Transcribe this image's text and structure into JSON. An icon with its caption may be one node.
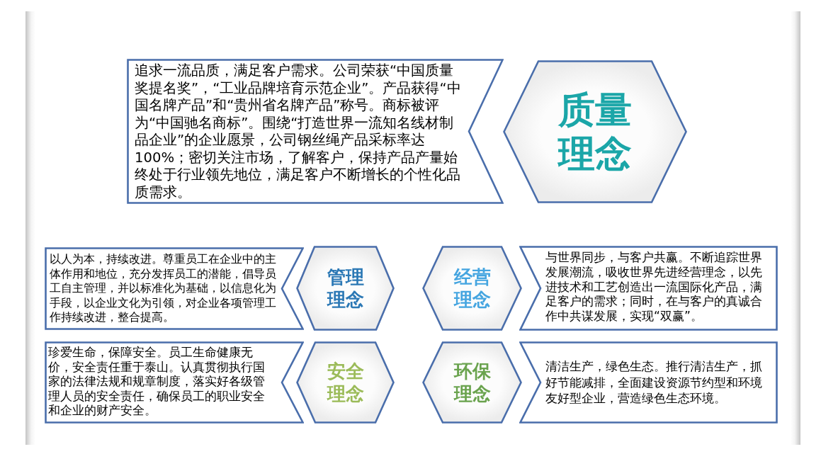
{
  "diagram": {
    "nodes": [
      {
        "text": [
          "追求一流品质，满足客户需求。公司荣获“中国质量奖提名奖”，“工业品牌培育示范企业”。产品获得“中国名牌产品”和“贵州省名牌产品”称号。商标被评为“中国驰名商标”。围绕“打造世界一流知名线材制品企业”的企业愿景，公司钢丝绳产品采标率达100%；密切关注市场，了解客户，保持产品产量始终处于行业领先地位，满足客户不断增长的个性化品质需求。"
        ]
      },
      {
        "text": [
          "质量理念"
        ]
      },
      {
        "text": [
          "以人为本，持续改进。尊重员工在企业中的主体作用和地位，充分发挥员工的潜能，倡导员工自主管理，并以标准化为基础，以信息化为手段，以企业文化为引领，对企业各项管理工作持续改进，整合提高。"
        ]
      },
      {
        "text": [
          "管理理念"
        ]
      },
      {
        "text": [
          "经营理念"
        ]
      },
      {
        "text": [
          "与世界同步，与客户共赢。不断追踪世界发展潮流，吸收世界先进经营理念，以先进技术和工艺创造出一流国际化产品，满足客户的需求；同时，在与客户的真诚合作中共谋发展，实现“双赢”。"
        ]
      },
      {
        "text": [
          "珍爱生命，保障安全。员工生命健康无价，安全责任重于泰山。认真贯彻执行国家的法律法规和规章制度，落实好各级管理人员的安全责任，确保员工的职业安全和企业的财产安全。"
        ]
      },
      {
        "text": [
          "安全理念"
        ]
      },
      {
        "text": [
          "环保理念"
        ]
      },
      {
        "text": [
          "清洁生产，绿色生态。推行清洁生产，抓好节能减排，全面建设资源节约型和环境友好型企业，营造绿色生态环境。"
        ]
      }
    ]
  }
}
